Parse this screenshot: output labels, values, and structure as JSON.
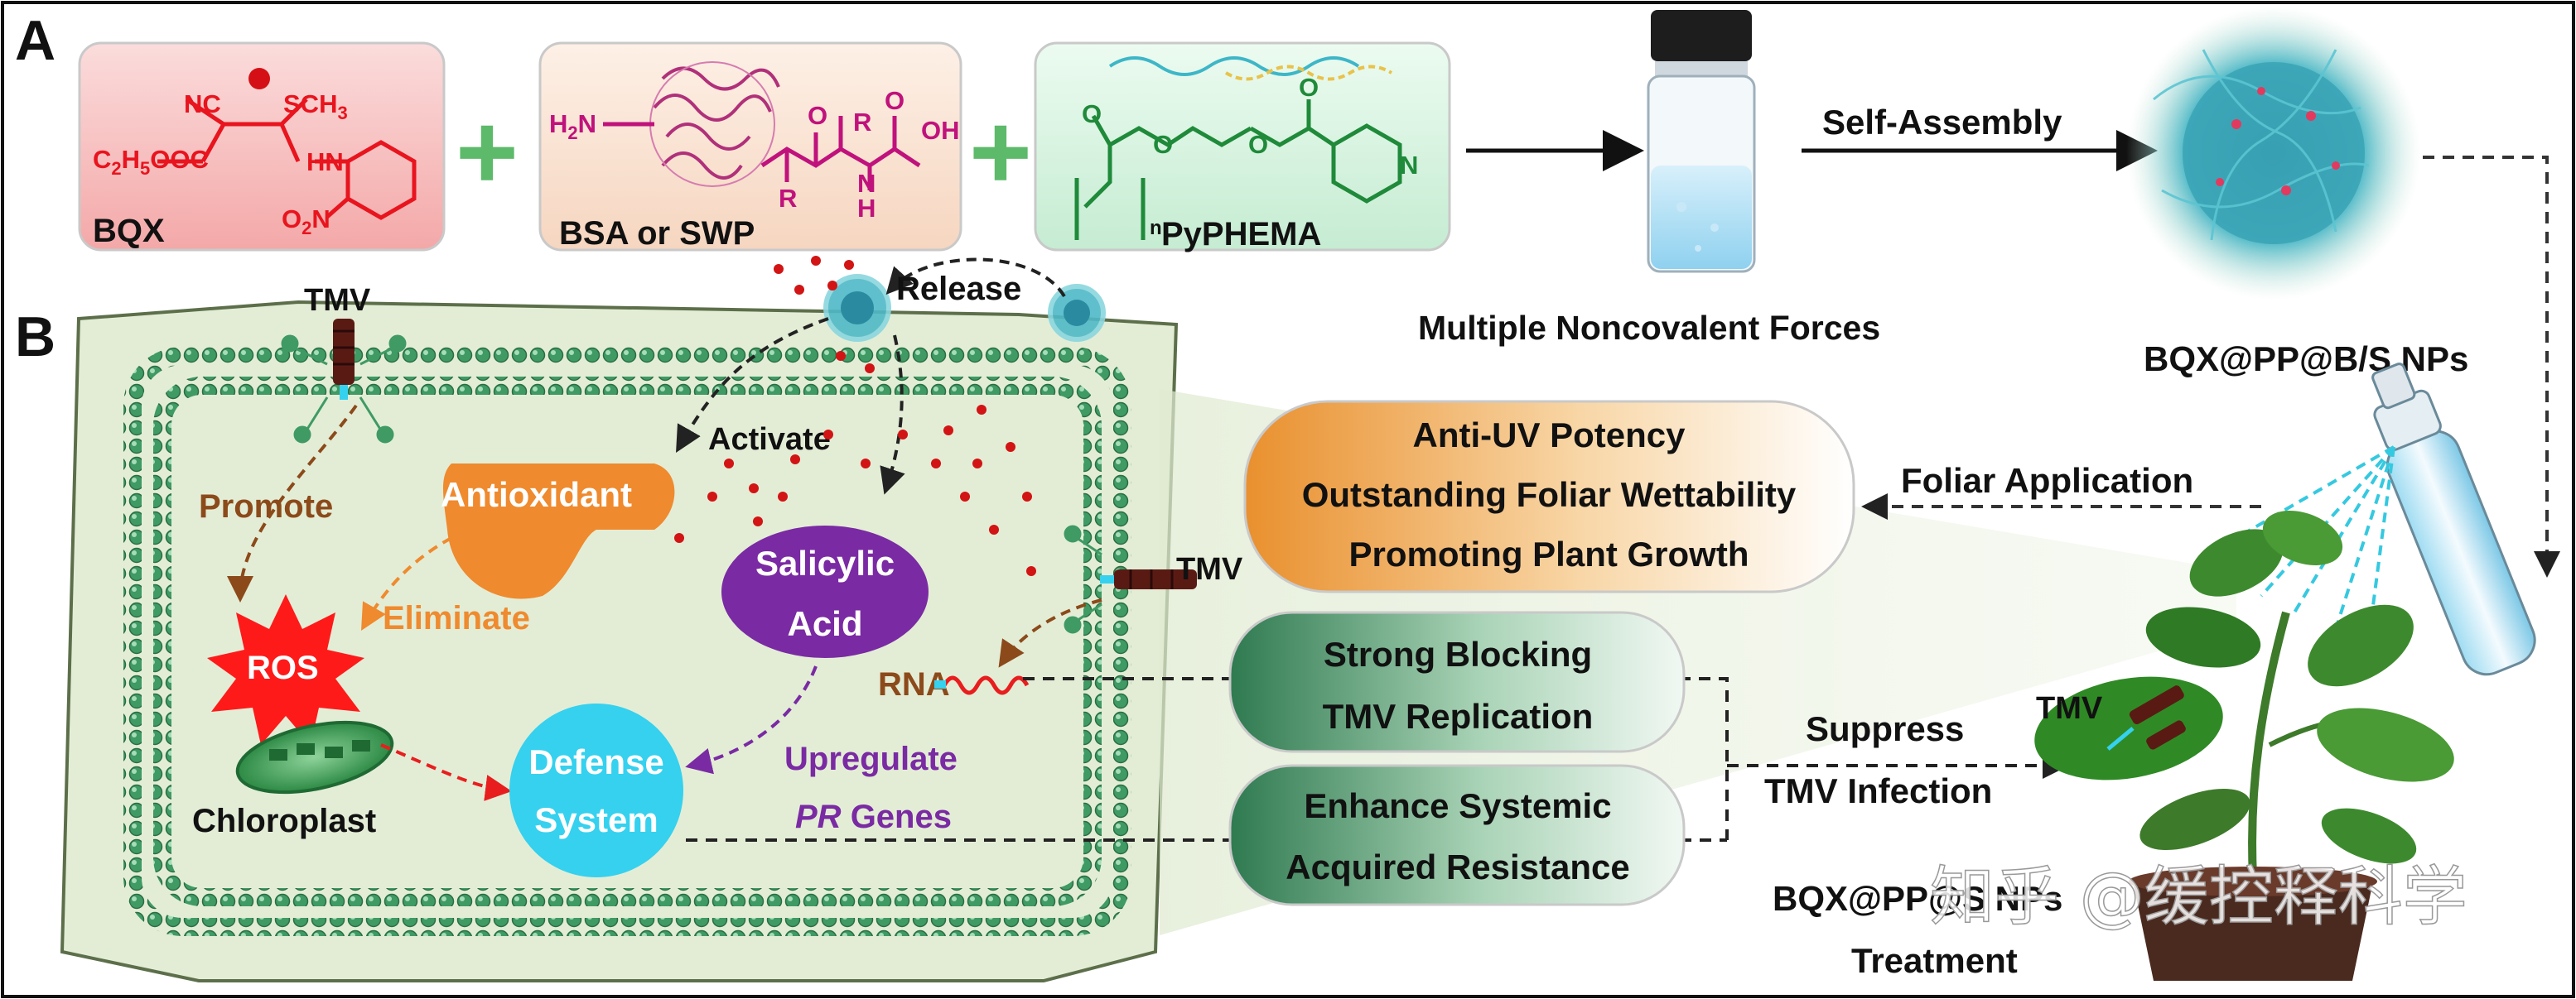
{
  "panel_labels": {
    "a": "A",
    "b": "B"
  },
  "panel_a": {
    "bqx": {
      "name": "BQX",
      "groups": {
        "nc": "NC",
        "sch3": "SCH",
        "sch3_sub": "3",
        "ester": "C",
        "ester_sub1": "2",
        "ester_h": "H",
        "ester_sub2": "5",
        "ester_tail": "OOC",
        "hn": "HN",
        "no2": "O",
        "no2_sub": "2",
        "no2_n": "N"
      }
    },
    "plus_1": "+",
    "protein": {
      "name": "BSA or SWP",
      "groups": {
        "h2n": "H",
        "h2n_sub": "2",
        "h2n_n": "N",
        "r1": "R",
        "r2": "R",
        "o1": "O",
        "o2": "O",
        "nh": "N",
        "h": "H",
        "oh": "OH"
      }
    },
    "plus_2": "+",
    "polymer": {
      "name": "PyPHEMA",
      "groups": {
        "o1": "O",
        "o2": "O",
        "o3": "O",
        "o4": "O",
        "n_ring": "N",
        "n_sub": "n"
      }
    },
    "vial_caption": "Multiple Noncovalent Forces",
    "arrow_label": "Self-Assembly",
    "nanoparticle_label": "BQX@PP@B/S NPs"
  },
  "panel_b": {
    "cell": {
      "tmv_top": "TMV",
      "tmv_right": "TMV",
      "release": "Release",
      "activate": "Activate",
      "promote": "Promote",
      "antioxidant": "Antioxidant",
      "eliminate": "Eliminate",
      "ros": "ROS",
      "salicylic_1": "Salicylic",
      "salicylic_2": "Acid",
      "rna": "RNA",
      "chloroplast": "Chloroplast",
      "defense_1": "Defense",
      "defense_2": "System",
      "upregulate": "Upregulate",
      "pr_italic": "PR",
      "pr_genes": " Genes"
    },
    "boxes": {
      "orange": [
        "Anti-UV Potency",
        "Outstanding Foliar Wettability",
        "Promoting Plant Growth"
      ],
      "green_1": [
        "Strong Blocking",
        "TMV Replication"
      ],
      "green_2": [
        "Enhance Systemic",
        "Acquired Resistance"
      ]
    },
    "foliar_application": "Foliar Application",
    "suppress_1": "Suppress",
    "suppress_2": "TMV Infection",
    "tmv_leaf": "TMV",
    "treatment_1": "BQX@PP@S NPs",
    "treatment_2": "Treatment"
  },
  "watermark": "知乎 @缓控释科学",
  "colors": {
    "bqx_red": "#e8141e",
    "protein_magenta": "#c0127c",
    "polymer_green": "#1f8a3a",
    "plus_green": "#5dba6a",
    "cell_fill": "#e3edd6",
    "membrane_green": "#3f9a63",
    "antioxidant_orange": "#ef8a2e",
    "salicylic_purple": "#7a2aa3",
    "defense_cyan": "#35d1ef",
    "ros_red": "#ff1a1a",
    "promote_brown": "#8c4a1a",
    "box_orange": "#f2a44a",
    "box_green": "#3e8a5d"
  }
}
